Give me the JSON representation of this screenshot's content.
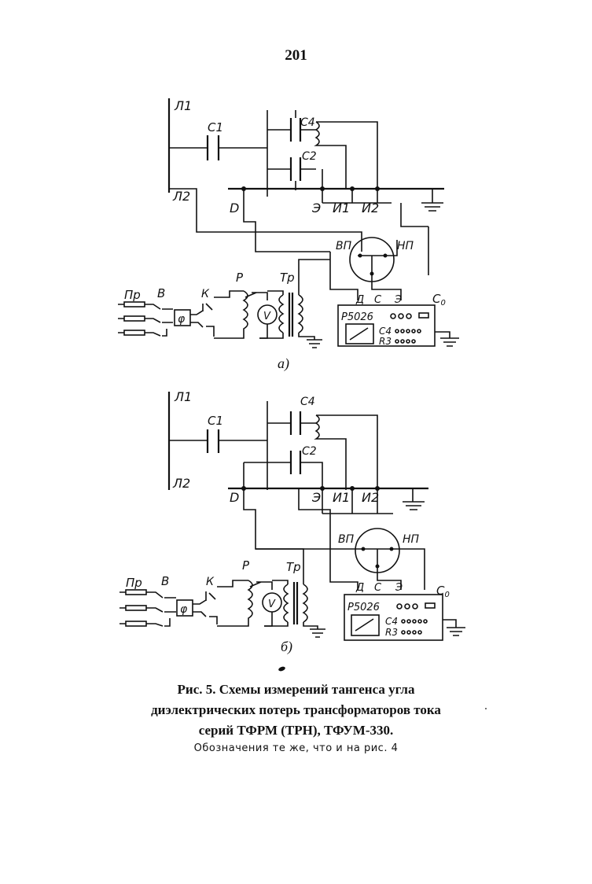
{
  "page_number": "201",
  "labels": {
    "L1": "Л1",
    "L2": "Л2",
    "C1": "C1",
    "C2": "C2",
    "C4": "C4",
    "D": "D",
    "E": "Э",
    "I1": "И1",
    "I2": "И2",
    "VP": "ВП",
    "NP": "НП",
    "Pr": "Пр",
    "V": "В",
    "phi": "φ",
    "K": "К",
    "R": "Р",
    "Tr": "Тр",
    "voltmeter": "V",
    "bridge_d": "Д",
    "bridge_c": "С",
    "bridge_e": "Э",
    "C0": "C",
    "C0_sub": "0",
    "bridge_model": "Р5026",
    "bridge_c4": "С4",
    "bridge_r3": "R3"
  },
  "subfigure_a": "а)",
  "subfigure_b": "б)",
  "caption": {
    "line1": "Рис. 5. Схемы измерений тангенса угла",
    "line2": "диэлектрических потерь трансформаторов тока",
    "line3": "серий ТФРМ (ТРН), ТФУМ-330.",
    "note": "Обозначения те же, что и на рис. 4"
  }
}
